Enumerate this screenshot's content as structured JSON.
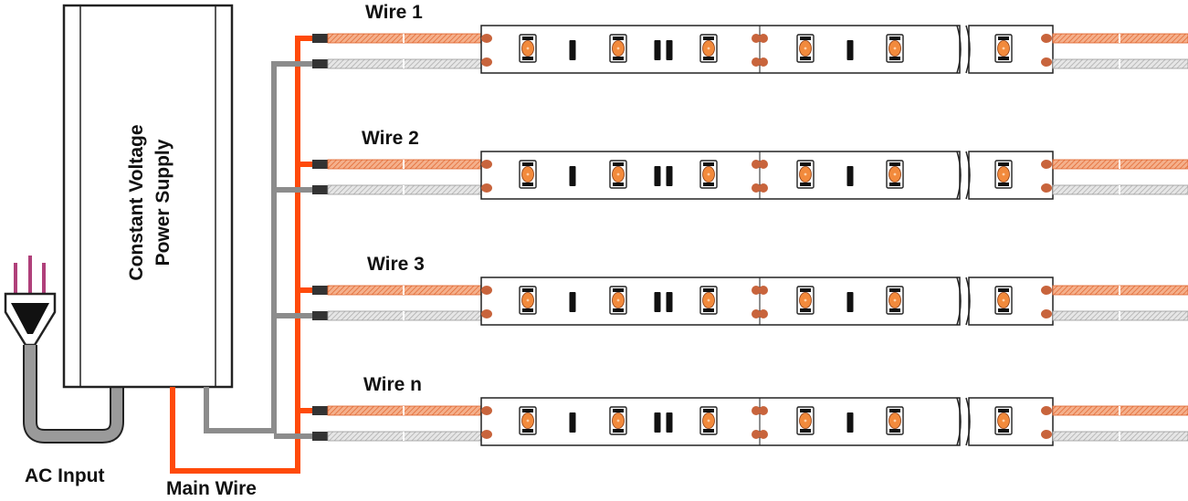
{
  "psu": {
    "title_line1": "Constant Voltage",
    "title_line2": "Power Supply"
  },
  "labels": {
    "ac_input": "AC Input",
    "main_wire": "Main Wire"
  },
  "strips": [
    {
      "label": "Wire 1"
    },
    {
      "label": "Wire 2"
    },
    {
      "label": "Wire 3"
    },
    {
      "label": "Wire n"
    }
  ],
  "colors": {
    "positive_wire": "#ff4a0a",
    "negative_wire": "#8c8c8c",
    "led_body": "#f28a3c",
    "pad": "#c8643c",
    "plug_pins": "#b0407a",
    "psu_fill": "#ffffff",
    "outline": "#222222"
  }
}
